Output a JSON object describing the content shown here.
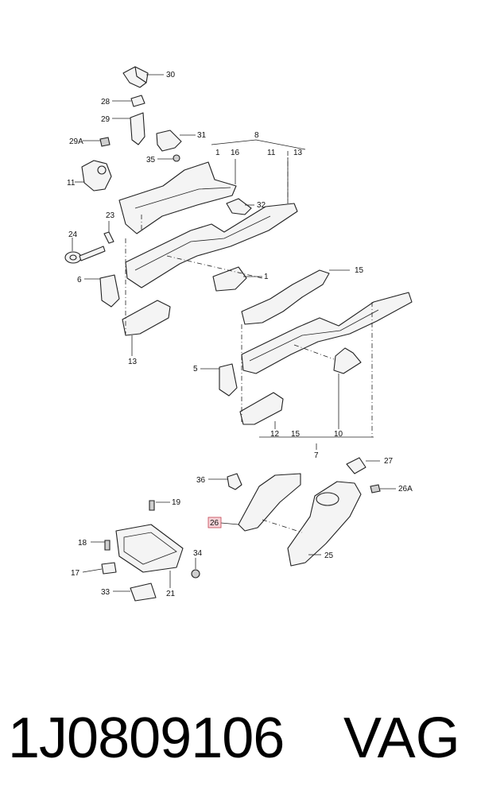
{
  "callouts": {
    "c1": "1",
    "c5": "5",
    "c6": "6",
    "c7": "7",
    "c8": "8",
    "c10": "10",
    "c11": "11",
    "c12": "12",
    "c13": "13",
    "c15": "15",
    "c16": "16",
    "c17": "17",
    "c18": "18",
    "c19": "19",
    "c21": "21",
    "c23": "23",
    "c24": "24",
    "c25": "25",
    "c26": "26",
    "c26A": "26A",
    "c27": "27",
    "c28": "28",
    "c29": "29",
    "c29A": "29A",
    "c30": "30",
    "c31": "31",
    "c32": "32",
    "c33": "33",
    "c34": "34",
    "c35": "35",
    "c36": "36"
  },
  "highlighted_callout": "26",
  "caption": {
    "part_number": "1J0809106",
    "brand": "VAG"
  }
}
